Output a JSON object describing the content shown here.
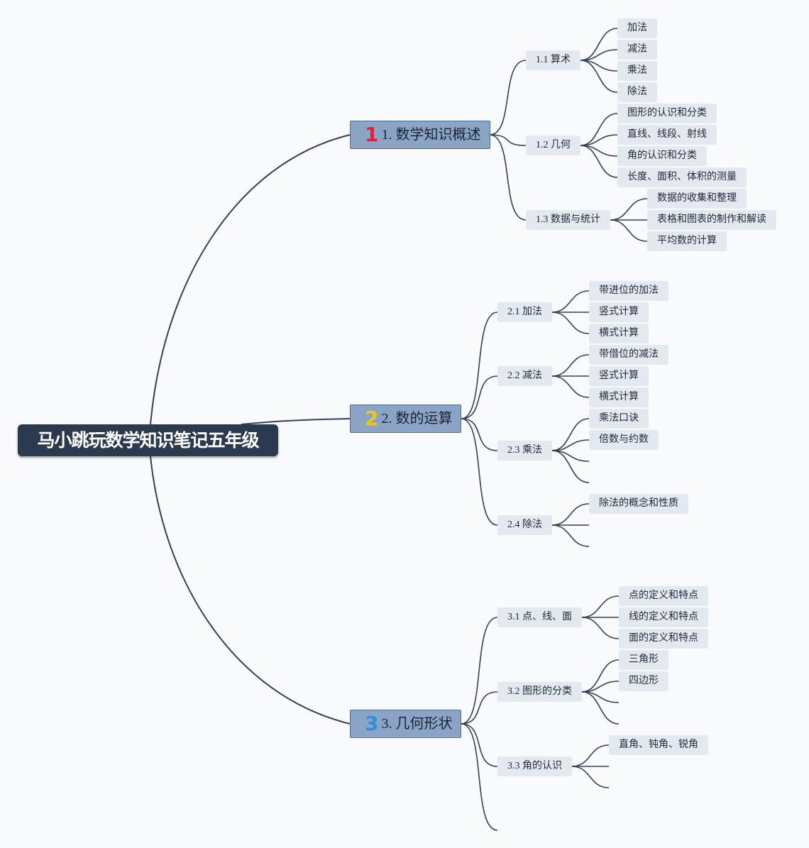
{
  "root": "马小跳玩数学知识笔记五年级",
  "branches": [
    {
      "num": "1",
      "num_color": "#d6283a",
      "label": "1. 数学知识概述",
      "subs": [
        {
          "label": "1.1 算术",
          "leaves": [
            "加法",
            "减法",
            "乘法",
            "除法"
          ]
        },
        {
          "label": "1.2 几何",
          "leaves": [
            "图形的认识和分类",
            "直线、线段、射线",
            "角的认识和分类",
            "长度、面积、体积的测量"
          ]
        },
        {
          "label": "1.3 数据与统计",
          "leaves": [
            "数据的收集和整理",
            "表格和图表的制作和解读",
            "平均数的计算"
          ]
        }
      ]
    },
    {
      "num": "2",
      "num_color": "#f2c31a",
      "label": "2. 数的运算",
      "subs": [
        {
          "label": "2.1 加法",
          "leaves": [
            "带进位的加法",
            "竖式计算",
            "横式计算"
          ]
        },
        {
          "label": "2.2 减法",
          "leaves": [
            "带借位的减法",
            "竖式计算",
            "横式计算"
          ]
        },
        {
          "label": "2.3 乘法",
          "leaves": [
            "乘法口诀",
            "倍数与约数"
          ]
        },
        {
          "label": "2.4 除法",
          "leaves": [
            "除法的概念和性质"
          ]
        }
      ]
    },
    {
      "num": "3",
      "num_color": "#2f8fd8",
      "label": "3. 几何形状",
      "subs": [
        {
          "label": "3.1 点、线、面",
          "leaves": [
            "点的定义和特点",
            "线的定义和特点",
            "面的定义和特点"
          ]
        },
        {
          "label": "3.2 图形的分类",
          "leaves": [
            "三角形",
            "四边形"
          ]
        },
        {
          "label": "3.3 角的认识",
          "leaves": [
            "直角、钝角、锐角"
          ]
        }
      ]
    }
  ]
}
